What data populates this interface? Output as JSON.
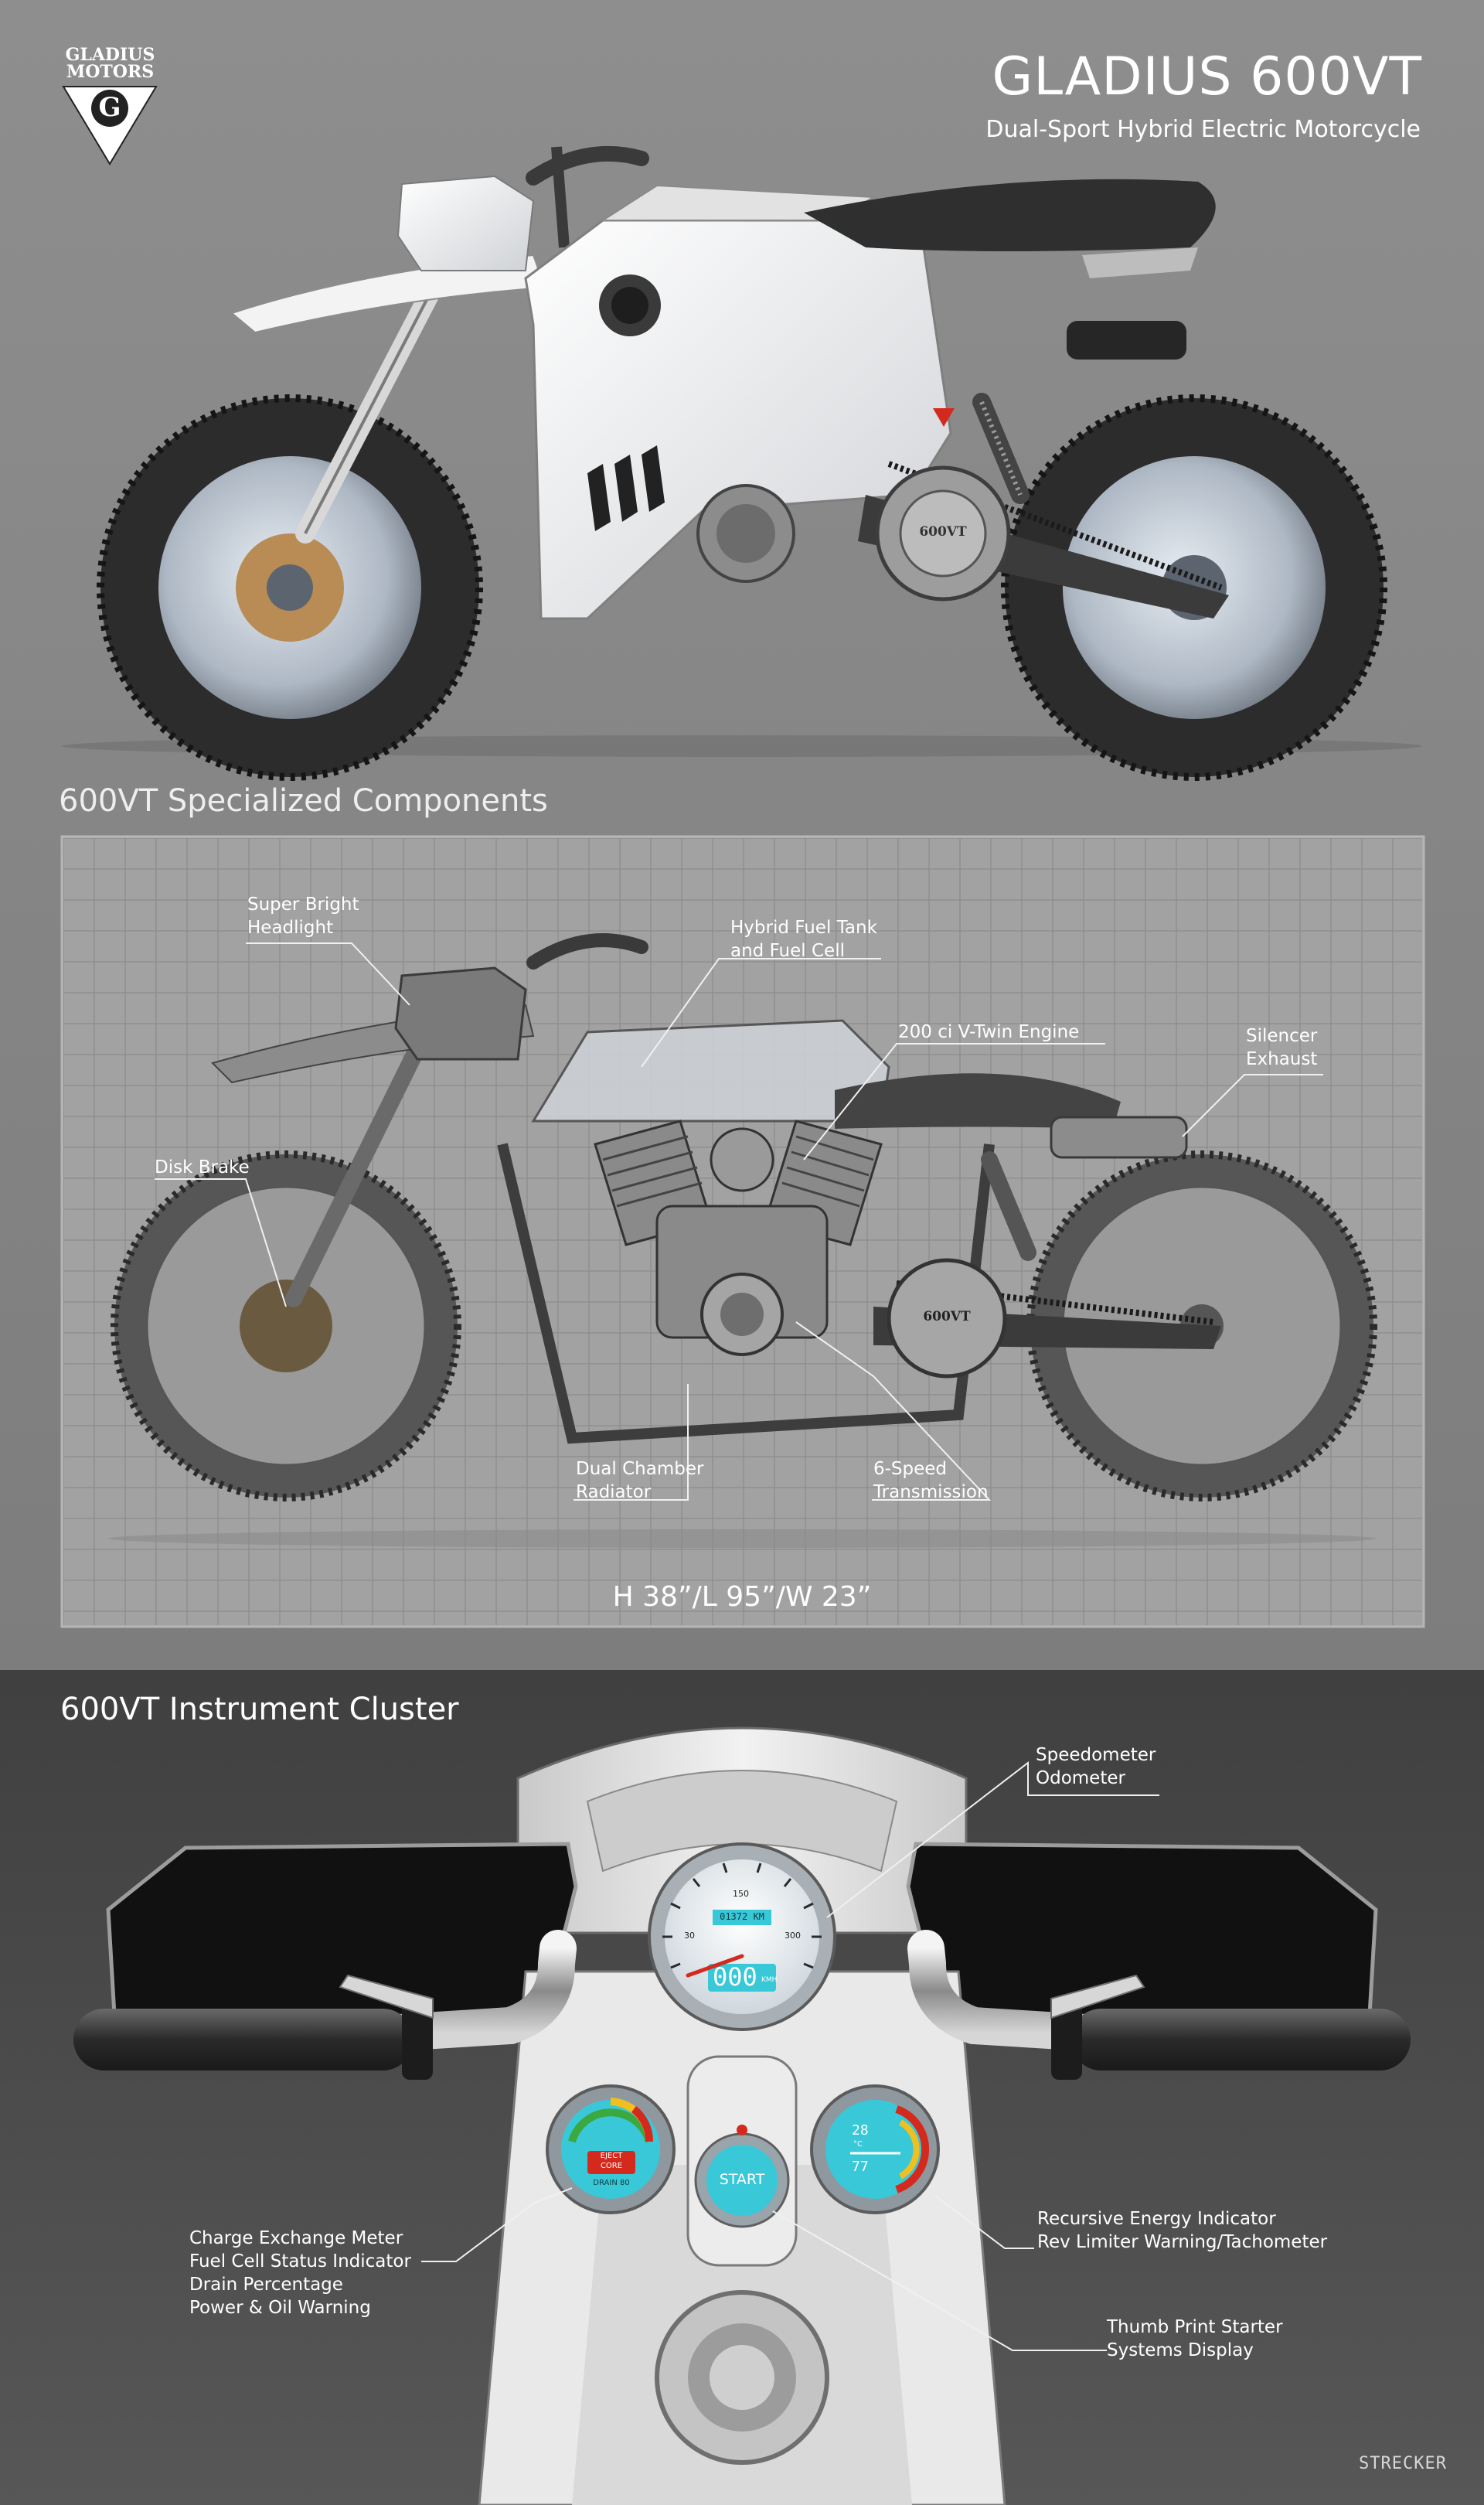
{
  "brand": {
    "line1": "GLADIUS",
    "line2": "MOTORS",
    "badge_letter": "G"
  },
  "header": {
    "title": "GLADIUS 600VT",
    "subtitle": "Dual-Sport Hybrid Electric Motorcycle"
  },
  "bike_badge": "600VT",
  "components": {
    "title": "600VT Specialized Components",
    "dimensions": "H 38”/L 95”/W 23”",
    "labels": [
      {
        "lines": [
          "Super Bright",
          "Headlight"
        ]
      },
      {
        "lines": [
          "Hybrid Fuel Tank",
          "and Fuel Cell"
        ]
      },
      {
        "lines": [
          "200 ci V-Twin Engine"
        ]
      },
      {
        "lines": [
          "Silencer",
          "Exhaust"
        ]
      },
      {
        "lines": [
          "Disk Brake"
        ]
      },
      {
        "lines": [
          "Dual Chamber",
          "Radiator"
        ]
      },
      {
        "lines": [
          "6-Speed",
          "Transmission"
        ]
      }
    ]
  },
  "instruments": {
    "title": "600VT Instrument Cluster",
    "labels": [
      {
        "lines": [
          "Speedometer",
          "Odometer"
        ]
      },
      {
        "lines": [
          "Charge Exchange Meter",
          "Fuel Cell Status Indicator",
          "Drain Percentage",
          "Power & Oil Warning"
        ]
      },
      {
        "lines": [
          "Recursive Energy Indicator",
          "Rev Limiter Warning/Tachometer"
        ]
      },
      {
        "lines": [
          "Thumb Print Starter",
          "Systems Display"
        ]
      }
    ],
    "speedo": {
      "odometer": "01372 KM",
      "speed": "000",
      "unit": "KMH",
      "ticks": [
        "30",
        "150",
        "300"
      ]
    },
    "start_label": "START",
    "left_gauge": {
      "line1": "EJECT",
      "line2": "CORE",
      "line3": "DRAIN 80"
    },
    "right_gauge": {
      "top": "28",
      "mid": "°C",
      "bottom": "77"
    }
  },
  "signature": "STRECKER",
  "colors": {
    "background_top": "#8a8a8a",
    "grid_panel": "#a0a0a0",
    "background_bottom": "#4b4b4b",
    "accent_red": "#d42a1e",
    "gauge_cyan": "#38c8d8"
  }
}
